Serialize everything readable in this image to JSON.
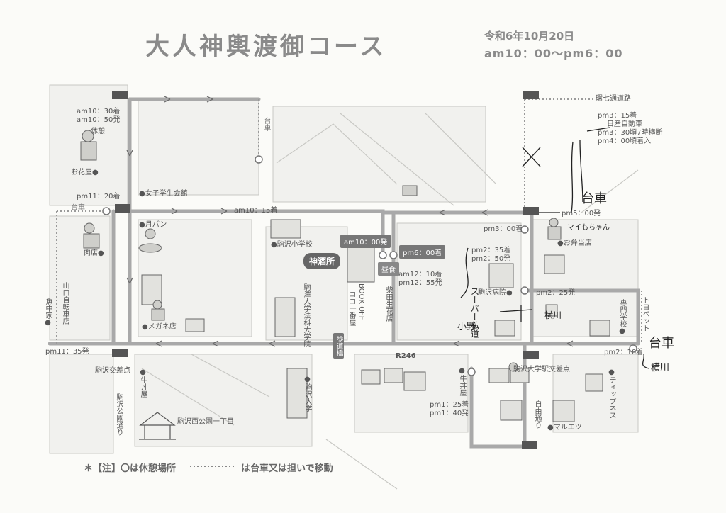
{
  "header": {
    "title": "大人神輿渡御コース",
    "date": "令和6年10月20日",
    "time": "am10：00～pm6：00"
  },
  "labels": {
    "t1030": "am10：30着",
    "t1050": "am10：50発",
    "kyukei": "休憩",
    "ohanaya": "お花屋●",
    "t1120": "pm11：20着",
    "joshi": "●女子学生会館",
    "daisha1": "台車",
    "getsu": "●月パン",
    "nikuya": "肉店●",
    "t1015": "am10：15着",
    "komasho": "●駒沢小学校",
    "t1000": "am10：00発",
    "shinshu": "神酒所",
    "t600": "pm6：00着",
    "chushoku": "昼食",
    "t1210": "am12：10着",
    "t1255": "pm12：55発",
    "t235": "pm2：35着",
    "t250": "pm2：50発",
    "t300": "pm3：00着",
    "t500": "pm5：00発",
    "obento": "●お弁当店",
    "kanpachi": "環七通道路",
    "t315": "pm3：15着",
    "nisshin": "日産自動車",
    "t330": "pm3：30頃7時横断",
    "t400": "pm4：00頃着入",
    "yamaguchi": "山口自転車店",
    "sakanaya": "魚中家●",
    "megane": "●メガネ店",
    "t1135": "pm11：35発",
    "komazawa_kousaten": "駒沢交差点",
    "gyuudon": "●牛丼屋",
    "komazawa_koen_dori": "駒沢公園通り",
    "komazawa_koen": "駒沢西公園一丁目",
    "univ": "駒澤大学法科大学院",
    "bookoff": "BOOK OFF",
    "coco": "ココ一番屋",
    "hodokyo": "歩道橋",
    "tsuruga": "柴田生花店",
    "r246": "R246",
    "komadai": "●駒沢大学",
    "komazawa_hospital": "駒沢病院●",
    "t225": "pm2：25発",
    "senmon": "専門学校●",
    "daigaku_kousaten": "駒沢大学駅交差点",
    "tips": "●ティップネス",
    "gyudon2": "●牛丼屋",
    "t125": "pm1：25着",
    "t140": "pm1：40発",
    "komazawa_dori": "自由通り",
    "maruetsu": "●マルエツ",
    "toyota": "トヨペット",
    "t210": "pm2：10着",
    "daisha_v": "台車"
  },
  "handwriting": {
    "h1": "台車",
    "h2": "マイもちゃん",
    "h3": "スーパー私道",
    "h4": "小野",
    "h5": "横川",
    "h6": "台車",
    "h7": "横川"
  },
  "footer": {
    "note_head": "＊【注】〇は休憩場所",
    "note_tail": "は台車又は担いで移動"
  }
}
